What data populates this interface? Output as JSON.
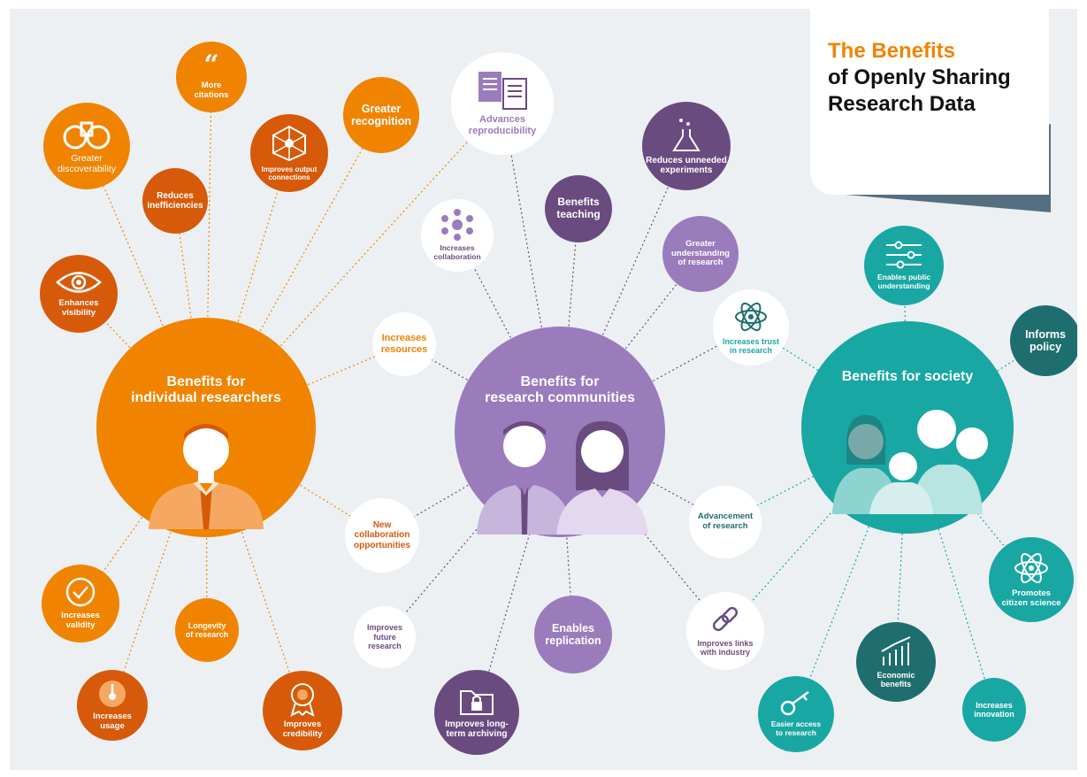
{
  "title": {
    "line1": "The Benefits",
    "line2": "of Openly Sharing",
    "line3": "Research Data"
  },
  "colors": {
    "orange": "#f08400",
    "dark_orange": "#d65a09",
    "purple": "#9a7cbc",
    "dark_purple": "#6a4b80",
    "teal": "#19a7a3",
    "dark_teal": "#1f6e6f",
    "slate": "#556f80"
  },
  "hubs": {
    "individual": "Benefits for\nindividual researchers",
    "communities": "Benefits for\nresearch communities",
    "society": "Benefits for society"
  },
  "nodes": {
    "greater_discoverability": "Greater\ndiscoverability",
    "more_citations": "More\ncitations",
    "improves_output_connections": "Improves output\nconnections",
    "greater_recognition": "Greater\nrecognition",
    "reduces_inefficiencies": "Reduces\ninefficiencies",
    "enhances_visibility": "Enhances\nvisibility",
    "increases_validity": "Increases\nvalidity",
    "longevity_of_research": "Longevity\nof research",
    "increases_usage": "Increases\nusage",
    "improves_credibility": "Improves\ncredibility",
    "advances_reproducibility": "Advances\nreproducibility",
    "reduces_unneeded_experiments": "Reduces unneeded\nexperiments",
    "benefits_teaching": "Benefits\nteaching",
    "increases_collaboration": "Increases\ncollaboration",
    "greater_understanding": "Greater\nunderstanding\nof research",
    "increases_resources": "Increases\nresources",
    "new_collaboration_opportunities": "New\ncollaboration\nopportunities",
    "improves_future_research": "Improves\nfuture\nresearch",
    "enables_replication": "Enables\nreplication",
    "improves_long_term_archiving": "Improves long-\nterm archiving",
    "increases_trust": "Increases trust\nin research",
    "advancement_of_research": "Advancement\nof research",
    "improves_links_with_industry": "Improves links\nwith industry",
    "enables_public_understanding": "Enables public\nunderstanding",
    "informs_policy": "Informs\npolicy",
    "promotes_citizen_science": "Promotes\ncitizen science",
    "economic_benefits": "Economic\nbenefits",
    "easier_access": "Easier access\nto research",
    "increases_innovation": "Increases\ninnovation"
  },
  "icons": {
    "greater_discoverability": "binoculars-icon",
    "more_citations": "quote-icon",
    "improves_output_connections": "network-icon",
    "enhances_visibility": "eye-icon",
    "increases_validity": "checkmark-icon",
    "increases_usage": "gauge-icon",
    "improves_credibility": "award-ribbon-icon",
    "advances_reproducibility": "documents-copy-icon",
    "reduces_unneeded_experiments": "flask-icon",
    "increases_collaboration": "molecule-network-icon",
    "improves_long_term_archiving": "locked-folder-icon",
    "increases_trust": "atom-icon",
    "improves_links_with_industry": "chain-link-icon",
    "enables_public_understanding": "sliders-icon",
    "promotes_citizen_science": "atom-icon",
    "economic_benefits": "bar-growth-icon",
    "easier_access": "key-icon"
  }
}
